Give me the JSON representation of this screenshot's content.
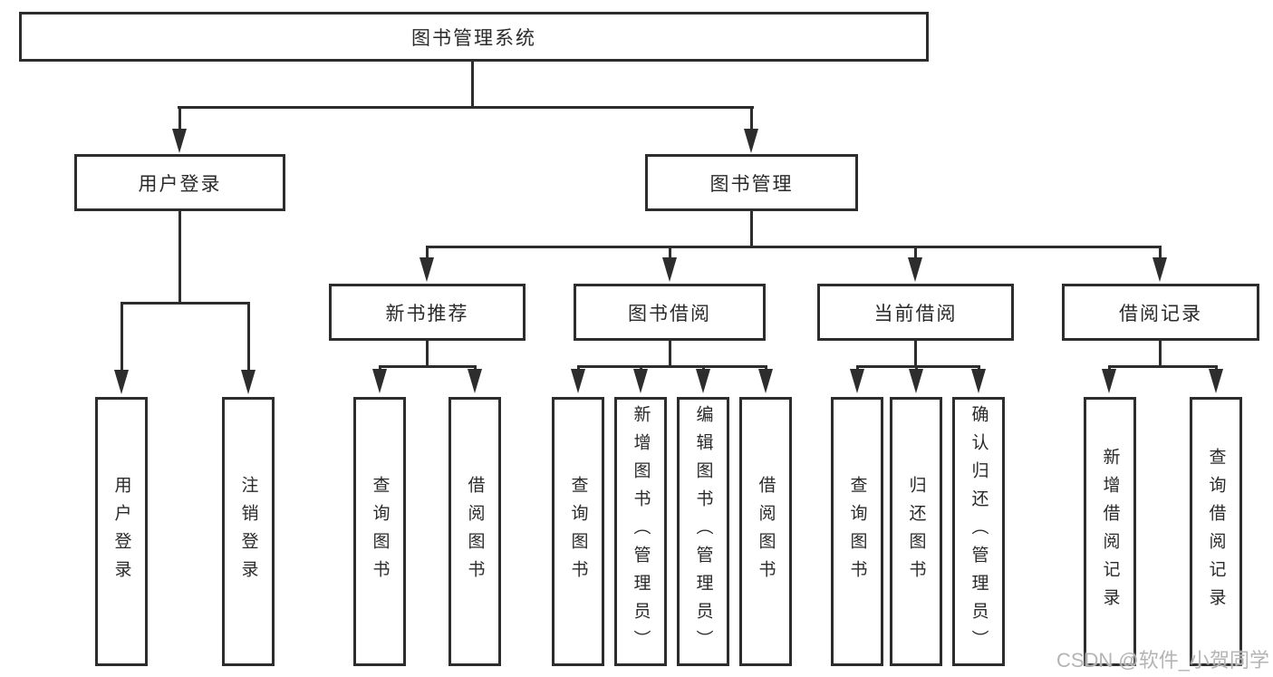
{
  "diagram": {
    "title": "图书管理系统",
    "type": "hierarchy-tree",
    "colors": {
      "line": "#2d2d2d",
      "text": "#2a2a2a",
      "background": "#ffffff",
      "watermark": "#b4b4b4"
    },
    "watermark": "CSDN @软件_小贺同学",
    "nodes": {
      "root": {
        "label": "图书管理系统"
      },
      "user_login": {
        "label": "用户登录",
        "parent": "图书管理系统"
      },
      "book_management": {
        "label": "图书管理",
        "parent": "图书管理系统"
      },
      "new_book_recommend": {
        "label": "新书推荐",
        "parent": "图书管理"
      },
      "book_borrow": {
        "label": "图书借阅",
        "parent": "图书管理"
      },
      "current_borrow": {
        "label": "当前借阅",
        "parent": "图书管理"
      },
      "borrow_record": {
        "label": "借阅记录",
        "parent": "图书管理"
      }
    },
    "leaves": [
      {
        "label": "用户登录",
        "parent": "用户登录"
      },
      {
        "label": "注销登录",
        "parent": "用户登录"
      },
      {
        "label": "查询图书",
        "parent": "新书推荐"
      },
      {
        "label": "借阅图书",
        "parent": "新书推荐"
      },
      {
        "label": "查询图书",
        "parent": "图书借阅"
      },
      {
        "label": "新增图书（管理员）",
        "parent": "图书借阅"
      },
      {
        "label": "编辑图书（管理员）",
        "parent": "图书借阅"
      },
      {
        "label": "借阅图书",
        "parent": "图书借阅"
      },
      {
        "label": "查询图书",
        "parent": "当前借阅"
      },
      {
        "label": "归还图书",
        "parent": "当前借阅"
      },
      {
        "label": "确认归还（管理员）",
        "parent": "当前借阅"
      },
      {
        "label": "新增借阅记录",
        "parent": "借阅记录"
      },
      {
        "label": "查询借阅记录",
        "parent": "借阅记录"
      }
    ]
  }
}
